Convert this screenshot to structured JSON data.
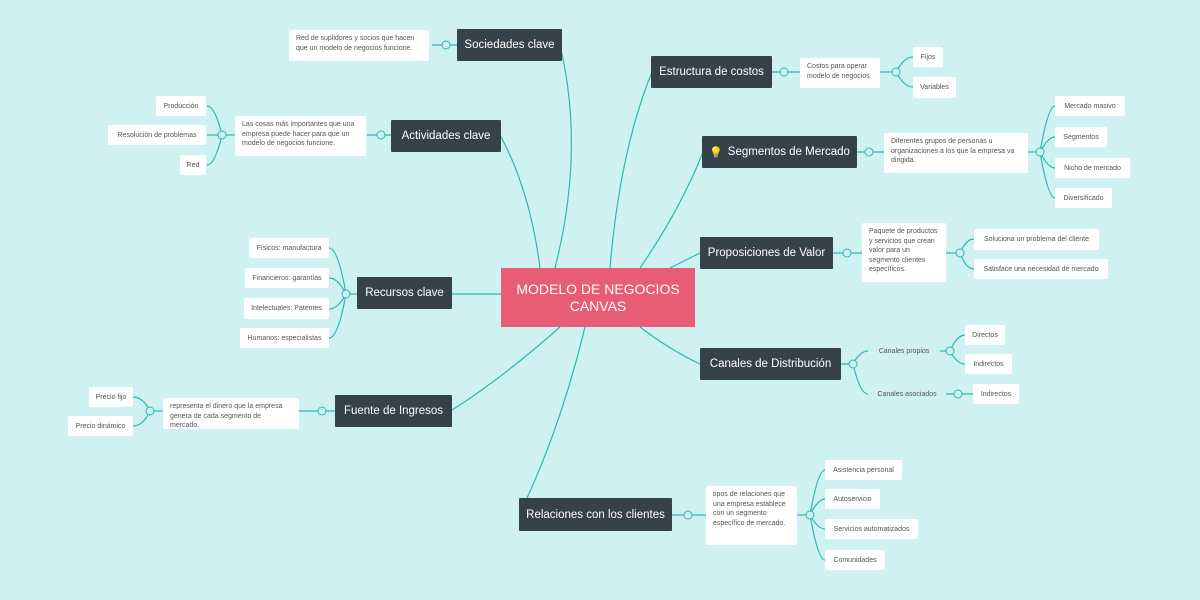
{
  "center": {
    "label": "MODELO DE NEGOCIOS CANVAS"
  },
  "colors": {
    "background": "#d0f1f1",
    "center": "#e85c75",
    "topic": "#36424a",
    "line": "#2cb7b7"
  },
  "branches": {
    "sociedades": {
      "label": "Sociedades clave",
      "description": "Red de suplidores y socios que hacen que un modelo de negocios funcione."
    },
    "actividades": {
      "label": "Actividades clave",
      "description": "Las cosas más importantes que una empresa puede hacer para que un modelo de negocios funcione.",
      "items": [
        "Producción",
        "Resolución de problemas",
        "Red"
      ]
    },
    "recursos": {
      "label": "Recursos clave",
      "items": [
        "Físicos: manufactura",
        "Financieros: garantías",
        "Intelectuales: Patentes",
        "Humanos: especialistas"
      ]
    },
    "ingresos": {
      "label": "Fuente de Ingresos",
      "description": "representa el dinero que la empresa genera de cada segmento de mercado.",
      "items": [
        "Precio fijo",
        "Precio dinámico"
      ]
    },
    "costos": {
      "label": "Estructura de costos",
      "description": "Costos para operar modelo de negocios.",
      "items": [
        "Fijos",
        "Variables"
      ]
    },
    "segmentos": {
      "label": "Segmentos de Mercado",
      "icon": "lightbulb-icon",
      "description": "Diferentes grupos de personas u organizaciones a los que la empresa va dirigida.",
      "items": [
        "Mercado masivo",
        "Segmentos",
        "Nicho de mercado",
        "Diversificado"
      ]
    },
    "propuestas": {
      "label": "Proposiciones de Valor",
      "description": "Paquete de productos y servicios que crean valor para un segmento clientes específicos.",
      "items": [
        "Soluciona un problema del cliente",
        "Satisface una necesidad de mercado"
      ]
    },
    "canales": {
      "label": "Canales de Distribución",
      "groups": [
        {
          "label": "Canales propios",
          "items": [
            "Directos",
            "Indirectos"
          ]
        },
        {
          "label": "Canales asociados",
          "items": [
            "Indirectos"
          ]
        }
      ]
    },
    "relaciones": {
      "label": "Relaciones con los clientes",
      "description": "tipos de relaciones que una empresa establece con un segmento específico de mercado.",
      "items": [
        "Asistencia personal",
        "Autoservicio",
        "Servicios automatizados",
        "Comunidades"
      ]
    }
  }
}
